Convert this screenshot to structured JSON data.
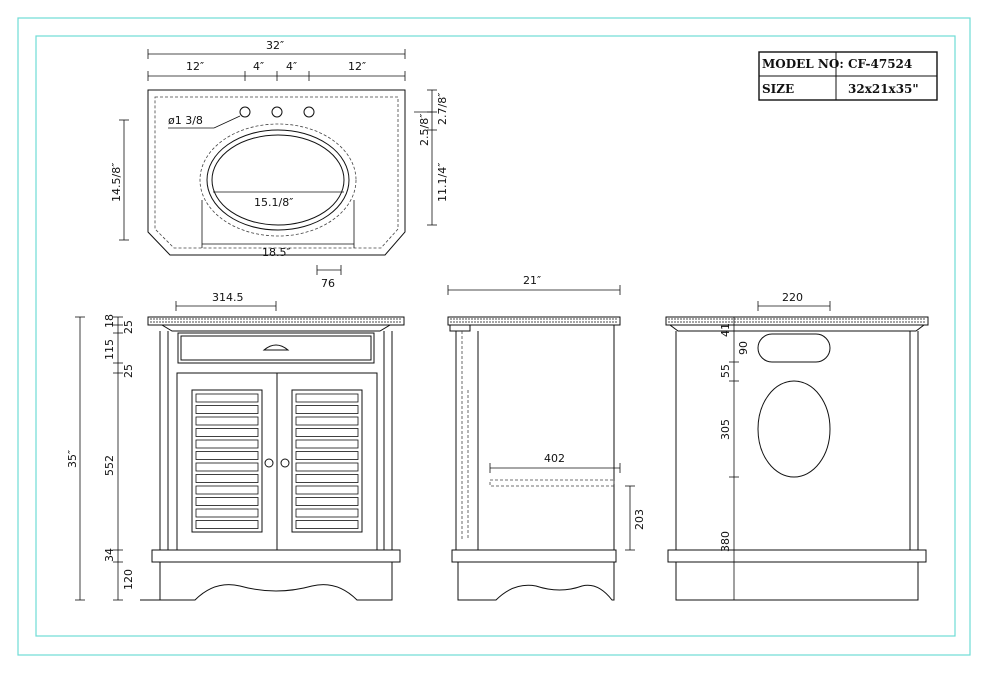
{
  "model_table": {
    "model_label": "MODEL NO:",
    "model_value": "CF-47524",
    "size_label": "SIZE",
    "size_value": "32x21x35\""
  },
  "top_view": {
    "overall_width": "32″",
    "seg_left": "12″",
    "seg_mid_left": "4″",
    "seg_mid_right": "4″",
    "seg_right": "12″",
    "hole_dia": "ø1 3/8",
    "depth": "14.5/8″",
    "right_a": "2.7/8″",
    "right_b": "2.5/8″",
    "right_c": "11.1/4″",
    "bowl_inner": "15.1/8″",
    "bowl_outer": "18.5″",
    "bottom_offset": "76"
  },
  "front_view": {
    "drawer_width": "314.5",
    "total_height": "35″",
    "h_18": "18",
    "h_25a": "25",
    "h_115": "115",
    "h_25b": "25",
    "h_552": "552",
    "h_34": "34",
    "h_120": "120"
  },
  "side_view": {
    "depth": "21″",
    "shelf_depth": "402",
    "shelf_height": "203"
  },
  "back_view": {
    "cutout_width": "220",
    "h_41": "41",
    "h_90": "90",
    "h_55": "55",
    "h_305": "305",
    "h_380": "380"
  }
}
